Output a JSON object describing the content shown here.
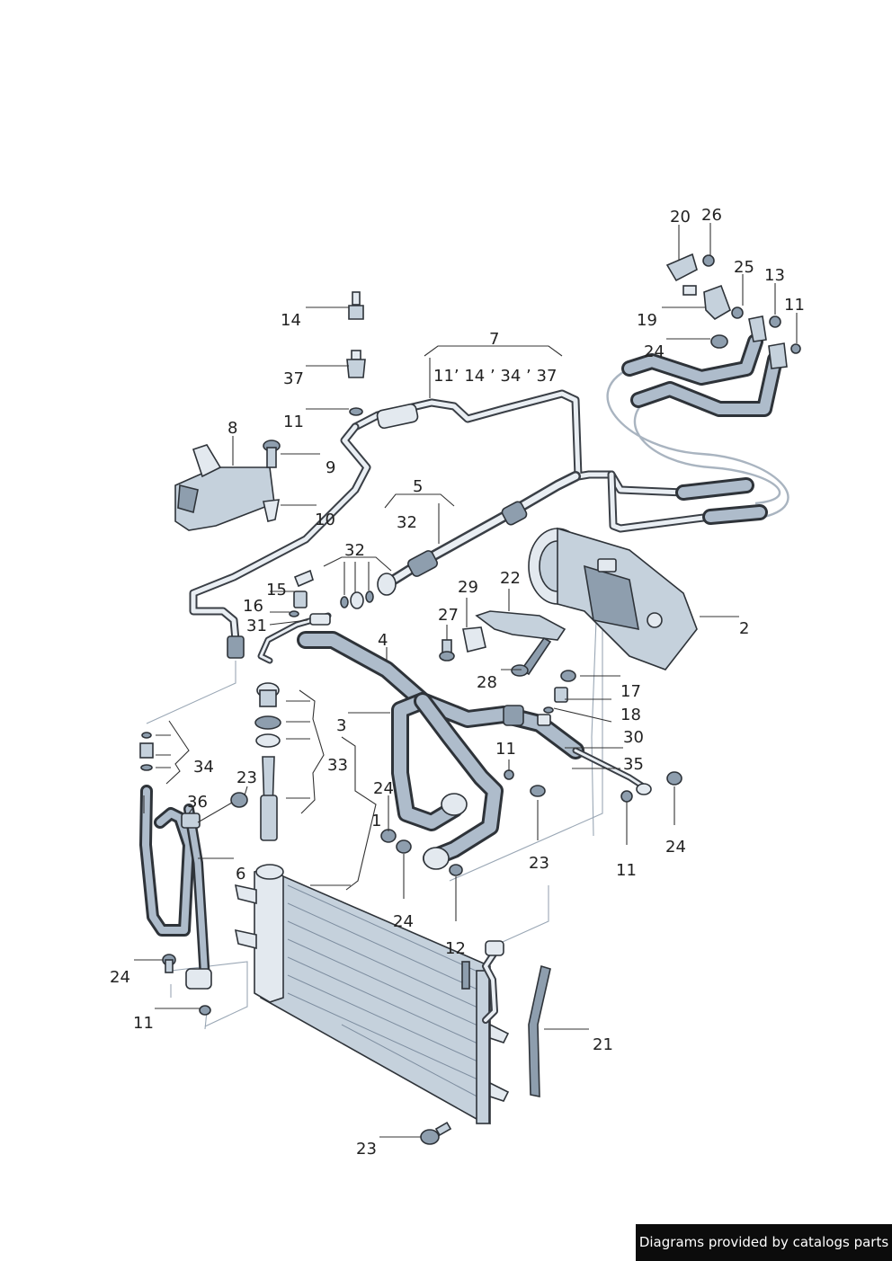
{
  "footer": {
    "text": "Diagrams provided by catalogs parts"
  },
  "callouts": {
    "c1": "1",
    "c2": "2",
    "c3": "3",
    "c4": "4",
    "c5": "5",
    "c6": "6",
    "c7": "7",
    "c8": "8",
    "c9": "9",
    "c10": "10",
    "c11": "11",
    "c12": "12",
    "c13": "13",
    "c14": "14",
    "c15": "15",
    "c16": "16",
    "c17": "17",
    "c18": "18",
    "c19": "19",
    "c20": "20",
    "c21": "21",
    "c22": "22",
    "c23": "23",
    "c24": "24",
    "c25": "25",
    "c26": "26",
    "c27": "27",
    "c28": "28",
    "c29": "29",
    "c30": "30",
    "c31": "31",
    "c32": "32",
    "c33": "33",
    "c34": "34",
    "c35": "35",
    "c36": "36",
    "c37": "37",
    "group7": "11’ 14 ’ 34  ’ 37"
  }
}
